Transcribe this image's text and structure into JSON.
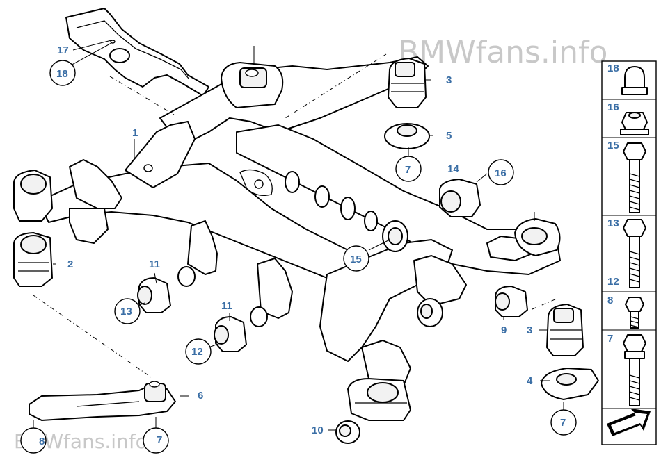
{
  "watermarks": {
    "top": "BMWfans.info",
    "bottom": "BMWfans.info"
  },
  "colors": {
    "callout": "#3a6ea5",
    "watermark": "#c8c8c8",
    "line": "#000000"
  },
  "callouts": {
    "c1": "1",
    "c2": "2",
    "c3a": "3",
    "c3b": "3",
    "c4": "4",
    "c5": "5",
    "c6": "6",
    "c7a": "7",
    "c7b": "7",
    "c7c": "7",
    "c8": "8",
    "c9": "9",
    "c10": "10",
    "c11a": "11",
    "c11b": "11",
    "c12": "12",
    "c13": "13",
    "c14": "14",
    "c15": "15",
    "c16": "16",
    "c17": "17",
    "c18": "18"
  },
  "side_panel": {
    "items": [
      {
        "label": "18",
        "icon": "cap-nut-icon"
      },
      {
        "label": "16",
        "icon": "hex-nut-icon"
      },
      {
        "label": "15",
        "icon": "hex-bolt-long-icon"
      },
      {
        "label": "13",
        "icon": "hex-bolt-long-icon"
      },
      {
        "label": "12",
        "icon": ""
      },
      {
        "label": "8",
        "icon": "hex-bolt-short-icon"
      },
      {
        "label": "7",
        "icon": "collar-bolt-icon"
      }
    ],
    "footer_icon": "arrow-icon"
  }
}
